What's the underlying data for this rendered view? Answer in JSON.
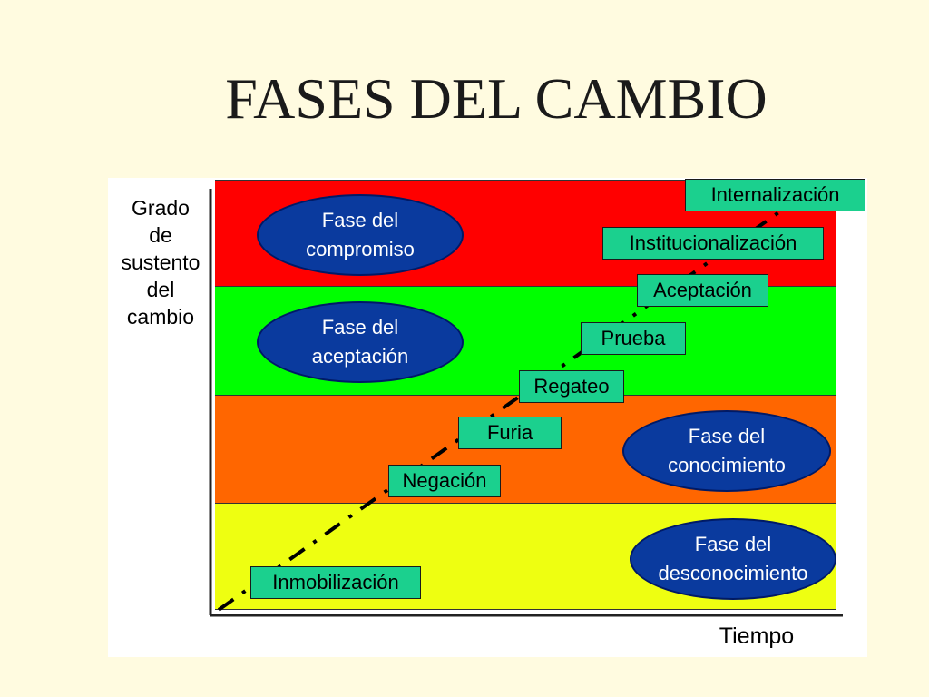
{
  "title": "FASES DEL CAMBIO",
  "y_axis_label": [
    "Grado",
    "de",
    "sustento",
    "del",
    "cambio"
  ],
  "x_axis_label": "Tiempo",
  "phases": [
    {
      "line1": "Fase del",
      "line2": "compromiso"
    },
    {
      "line1": "Fase del",
      "line2": "aceptación"
    },
    {
      "line1": "Fase del",
      "line2": "conocimiento"
    },
    {
      "line1": "Fase del",
      "line2": "desconocimiento"
    }
  ],
  "stages": [
    "Inmobilización",
    "Negación",
    "Furia",
    "Regateo",
    "Prueba",
    "Aceptación",
    "Institucionalización",
    "Internalización"
  ],
  "colors": {
    "compromiso_band": "#ff0000",
    "aceptacion_band": "#00ff00",
    "conocimiento_band": "#ff6600",
    "desconocimiento_band": "#eeff11",
    "phase_ellipse": "#0a3a9e",
    "stage_box": "#1bd08e"
  }
}
